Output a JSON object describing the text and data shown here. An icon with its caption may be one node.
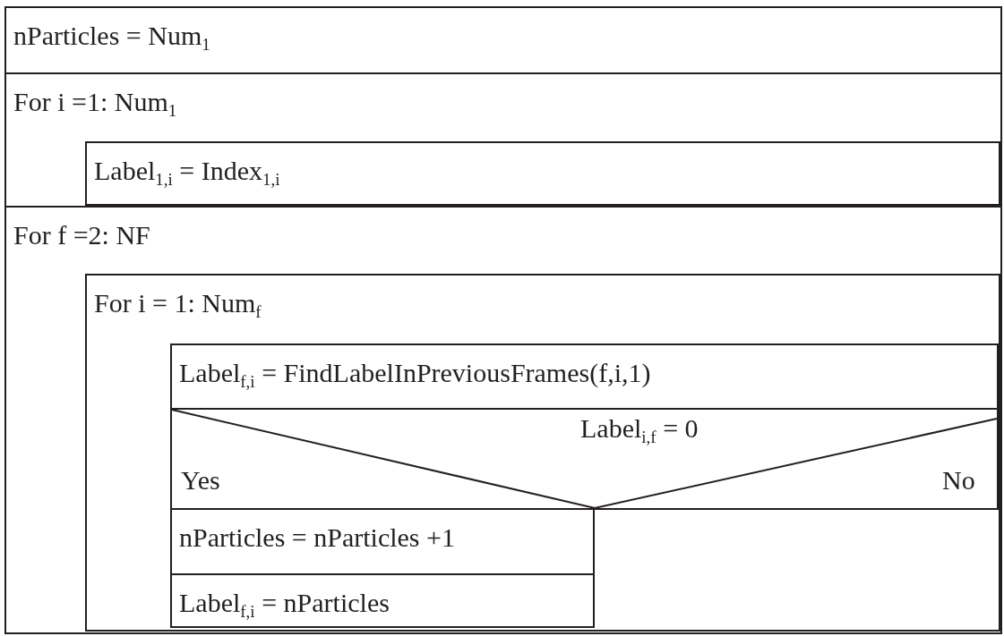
{
  "diagram": {
    "nodes": [
      {
        "text": [
          "nParticles  = Num$_{1}$"
        ]
      },
      {
        "text": [
          "For i =1: Num$_{1}$"
        ]
      },
      {
        "text": [
          "Label$_{1,i}$ = Index$_{1,i}$"
        ],
        "in": 1
      },
      {
        "text": [
          "For f =2: NF"
        ]
      },
      {
        "text": [
          "For i = 1: Num$_{f}$"
        ],
        "in": 3
      },
      {
        "text": [
          "Label$_{f,i}$ = FindLabelInPreviousFrames(f,i,1)"
        ],
        "in": 4
      },
      {
        "text": [
          "Label$_{i,f}$ = 0",
          "Yes",
          "No"
        ],
        "in": 4
      },
      {
        "text": [
          "nParticles = nParticles +1"
        ],
        "in": 4
      },
      {
        "text": [
          "Label$_{f,i}$ =  nParticles"
        ],
        "in": 4
      }
    ]
  }
}
